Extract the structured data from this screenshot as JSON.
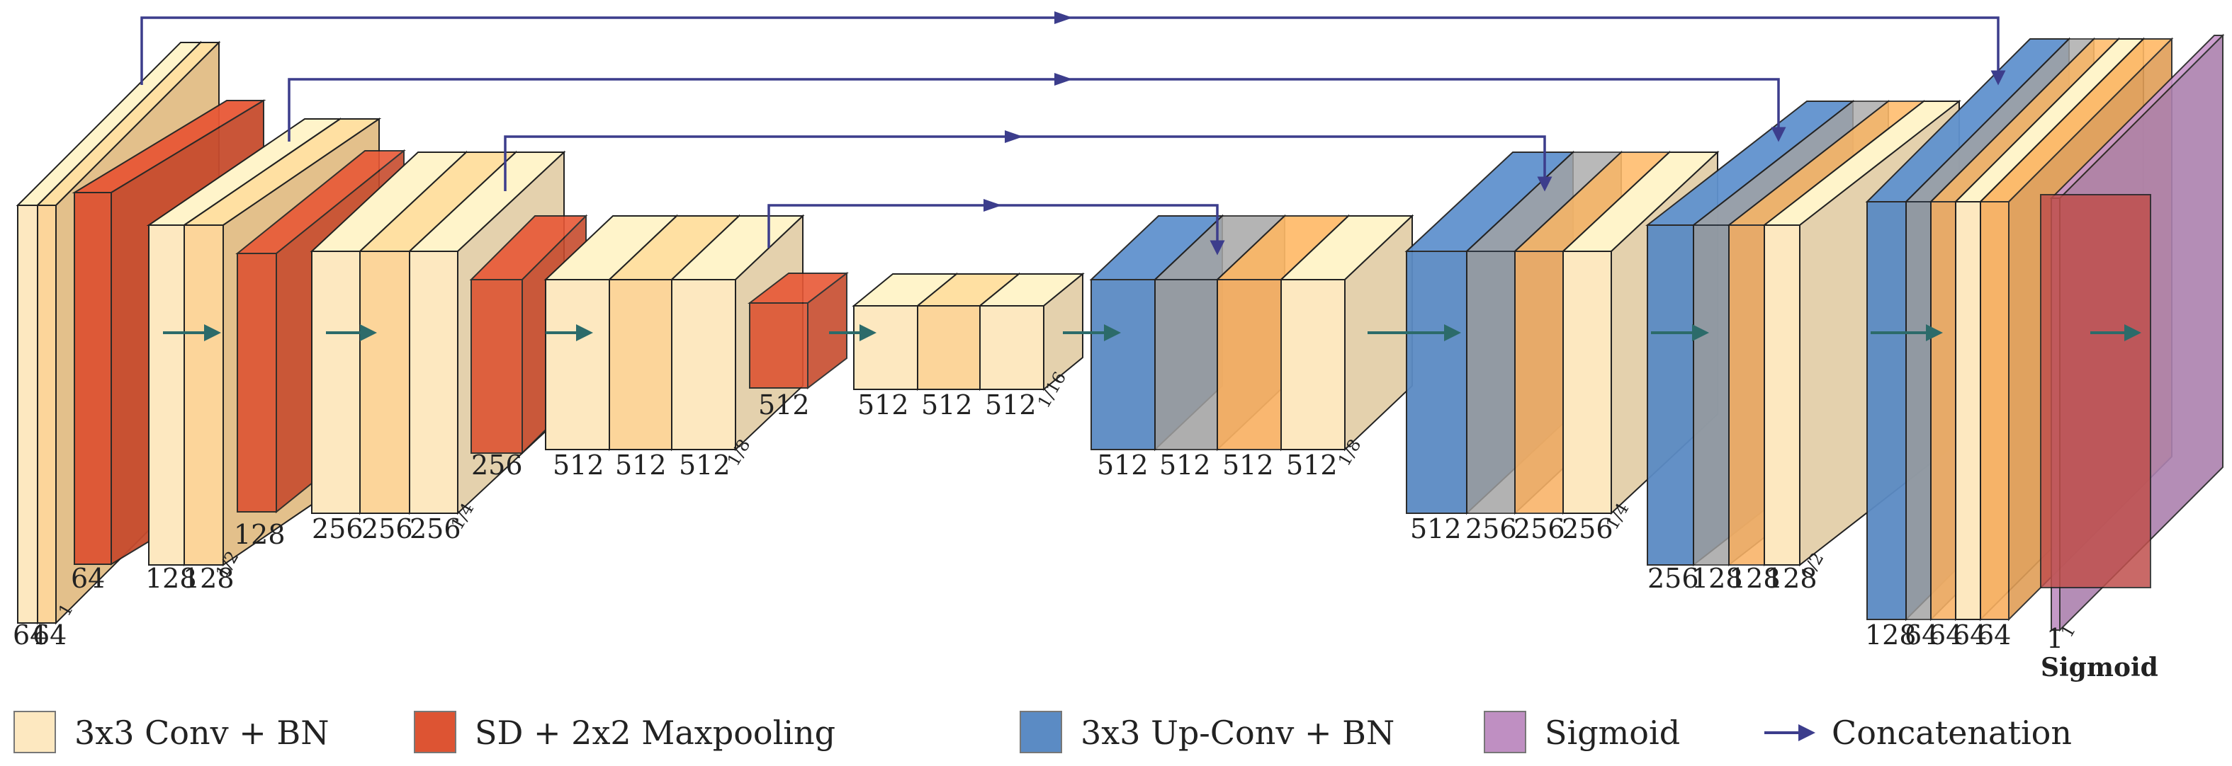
{
  "colors": {
    "conv_light": "#fde8c0",
    "conv_mid": "#fcd59a",
    "conv_dark": "#f9b061",
    "pool": "#dd5433",
    "upconv": "#5b8bc4",
    "sigmoid": "#bf8fc2",
    "concat": "#3c3d8c",
    "forward": "#2c6b6a",
    "gray": "#a0a0a0"
  },
  "encoder": {
    "block1": {
      "dims": [
        "64",
        "64"
      ],
      "scale": "1",
      "pool": "64"
    },
    "block2": {
      "dims": [
        "128",
        "128"
      ],
      "scale": "1/2",
      "pool": "128"
    },
    "block3": {
      "dims": [
        "256",
        "256",
        "256"
      ],
      "scale": "1/4",
      "pool": "256"
    },
    "block4": {
      "dims": [
        "512",
        "512",
        "512"
      ],
      "scale": "1/8",
      "pool": "512"
    },
    "bottleneck": {
      "dims": [
        "512",
        "512",
        "512"
      ],
      "scale": "1/16"
    }
  },
  "decoder": {
    "block4": {
      "dims": [
        "512",
        "512",
        "512",
        "512"
      ],
      "scale": "1/8"
    },
    "block3": {
      "dims": [
        "512",
        "256",
        "256",
        "256"
      ],
      "scale": "1/4"
    },
    "block2": {
      "dims": [
        "256",
        "128",
        "128",
        "128"
      ],
      "scale": "1/2"
    },
    "block1": {
      "dims": [
        "128",
        "64",
        "64",
        "64",
        "64"
      ],
      "scale": ""
    },
    "output": {
      "dim": "1",
      "scale": "1",
      "label": "Sigmoid"
    }
  },
  "legend": [
    {
      "label": "3x3 Conv + BN",
      "icon": "conv-swatch"
    },
    {
      "label": "SD + 2x2 Maxpooling",
      "icon": "pool-swatch"
    },
    {
      "label": "3x3 Up-Conv + BN",
      "icon": "upconv-swatch"
    },
    {
      "label": "Sigmoid",
      "icon": "sigmoid-swatch"
    },
    {
      "label": "Concatenation",
      "icon": "arrow-icon"
    }
  ]
}
